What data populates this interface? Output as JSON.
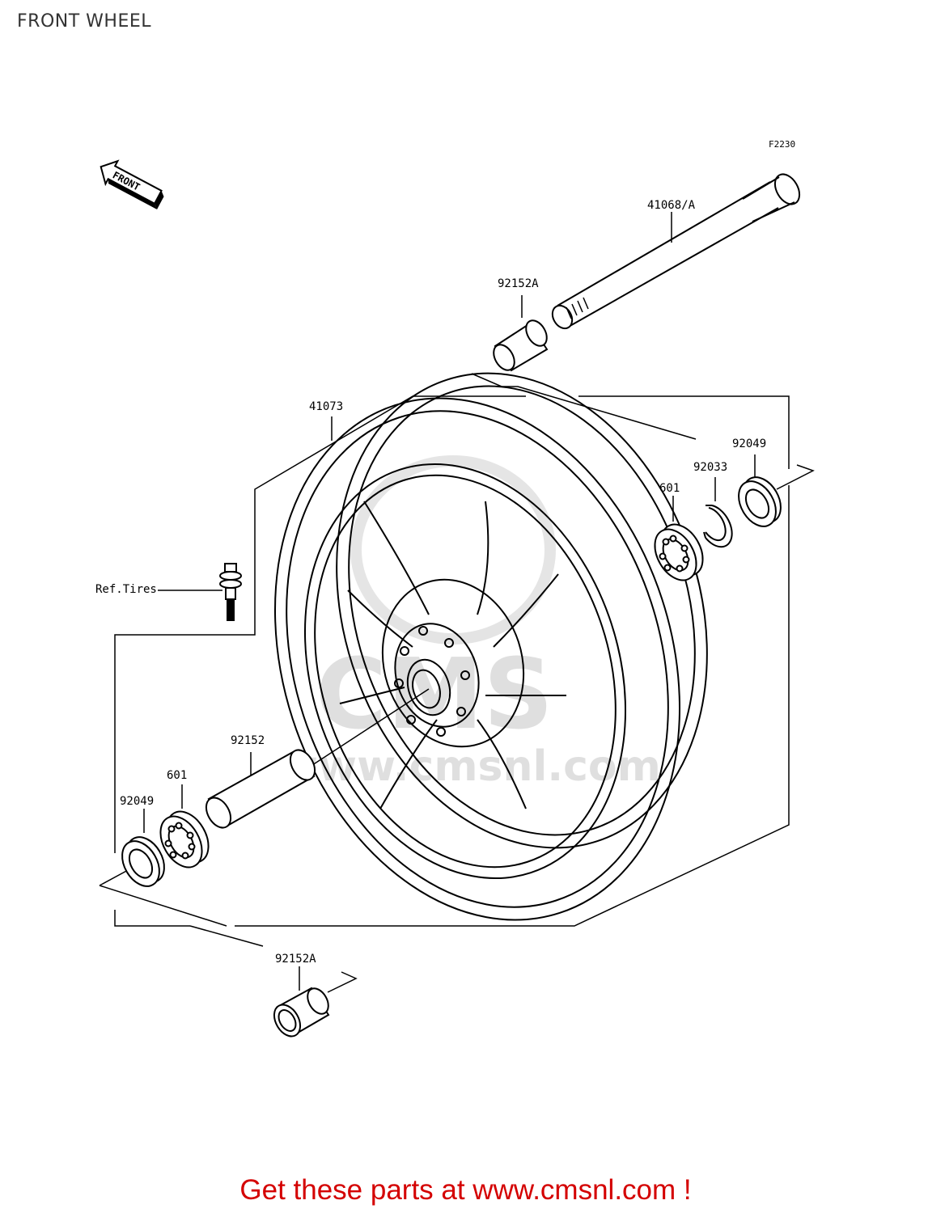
{
  "page_title": "FRONT WHEEL",
  "figure_code": "F2230",
  "direction_marker": "FRONT",
  "parts": {
    "axle": "41068/A",
    "collar_top": "92152A",
    "wheel": "41073",
    "seal_right": "92049",
    "circlip": "92033",
    "bearing_right": "601",
    "valve_ref": "Ref.Tires",
    "spacer": "92152",
    "bearing_left": "601",
    "seal_left": "92049",
    "collar_bottom": "92152A"
  },
  "watermark": {
    "brand": "CMS",
    "url": "www.cmsnl.com"
  },
  "footer_text": "Get these parts at www.cmsnl.com !",
  "colors": {
    "footer": "#d40000",
    "title": "#333333",
    "lines": "#000000",
    "watermark": "#dcdcdc"
  }
}
